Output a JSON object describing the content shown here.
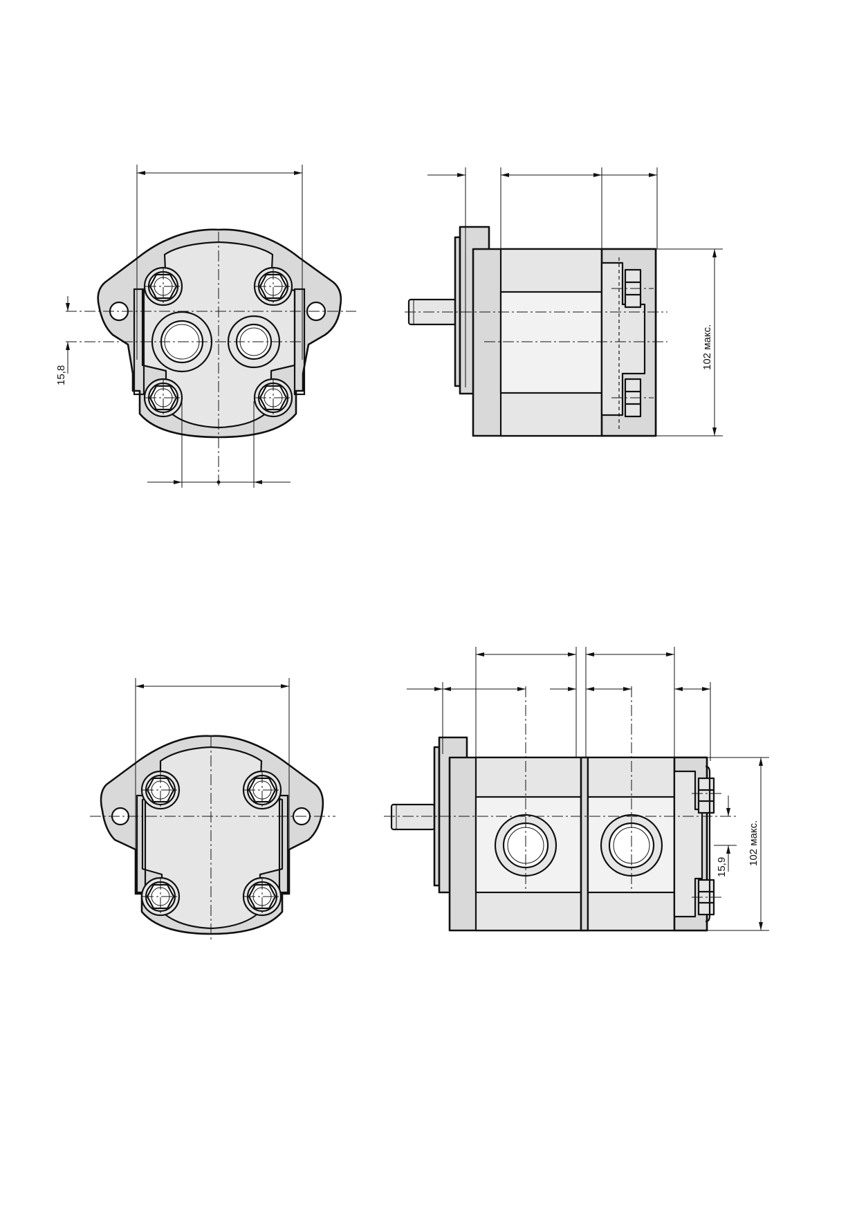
{
  "dimensions": {
    "top_front_offset": "15,8",
    "top_side_height": "102 макс.",
    "bottom_side_offset": "15,9",
    "bottom_side_height": "102 макс."
  }
}
